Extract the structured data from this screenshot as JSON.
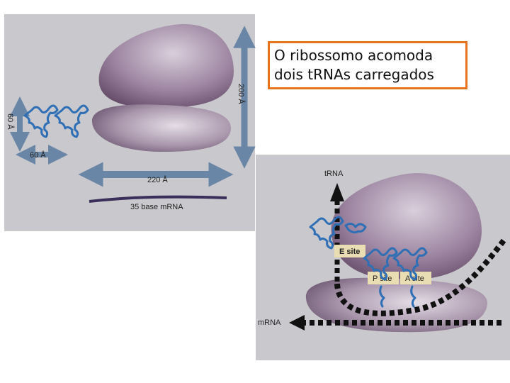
{
  "callout": {
    "line1": "O ribossomo acomoda",
    "line2": "dois tRNAs carregados"
  },
  "top_panel": {
    "dim_200": "200 Å",
    "dim_60_vertical": "60 Å",
    "dim_60_horizontal": "60 Å",
    "dim_220": "220 Å",
    "mrna_label": "35 base mRNA"
  },
  "bottom_panel": {
    "trna_label": "tRNA",
    "mrna_label": "mRNA",
    "e_site": "E site",
    "p_site": "P site",
    "a_site": "A site"
  },
  "colors": {
    "callout_border": "#e8731f",
    "trna": "#2f6fb5",
    "arrow": "#6a86a6",
    "ribosome": "#7a5f7e"
  }
}
